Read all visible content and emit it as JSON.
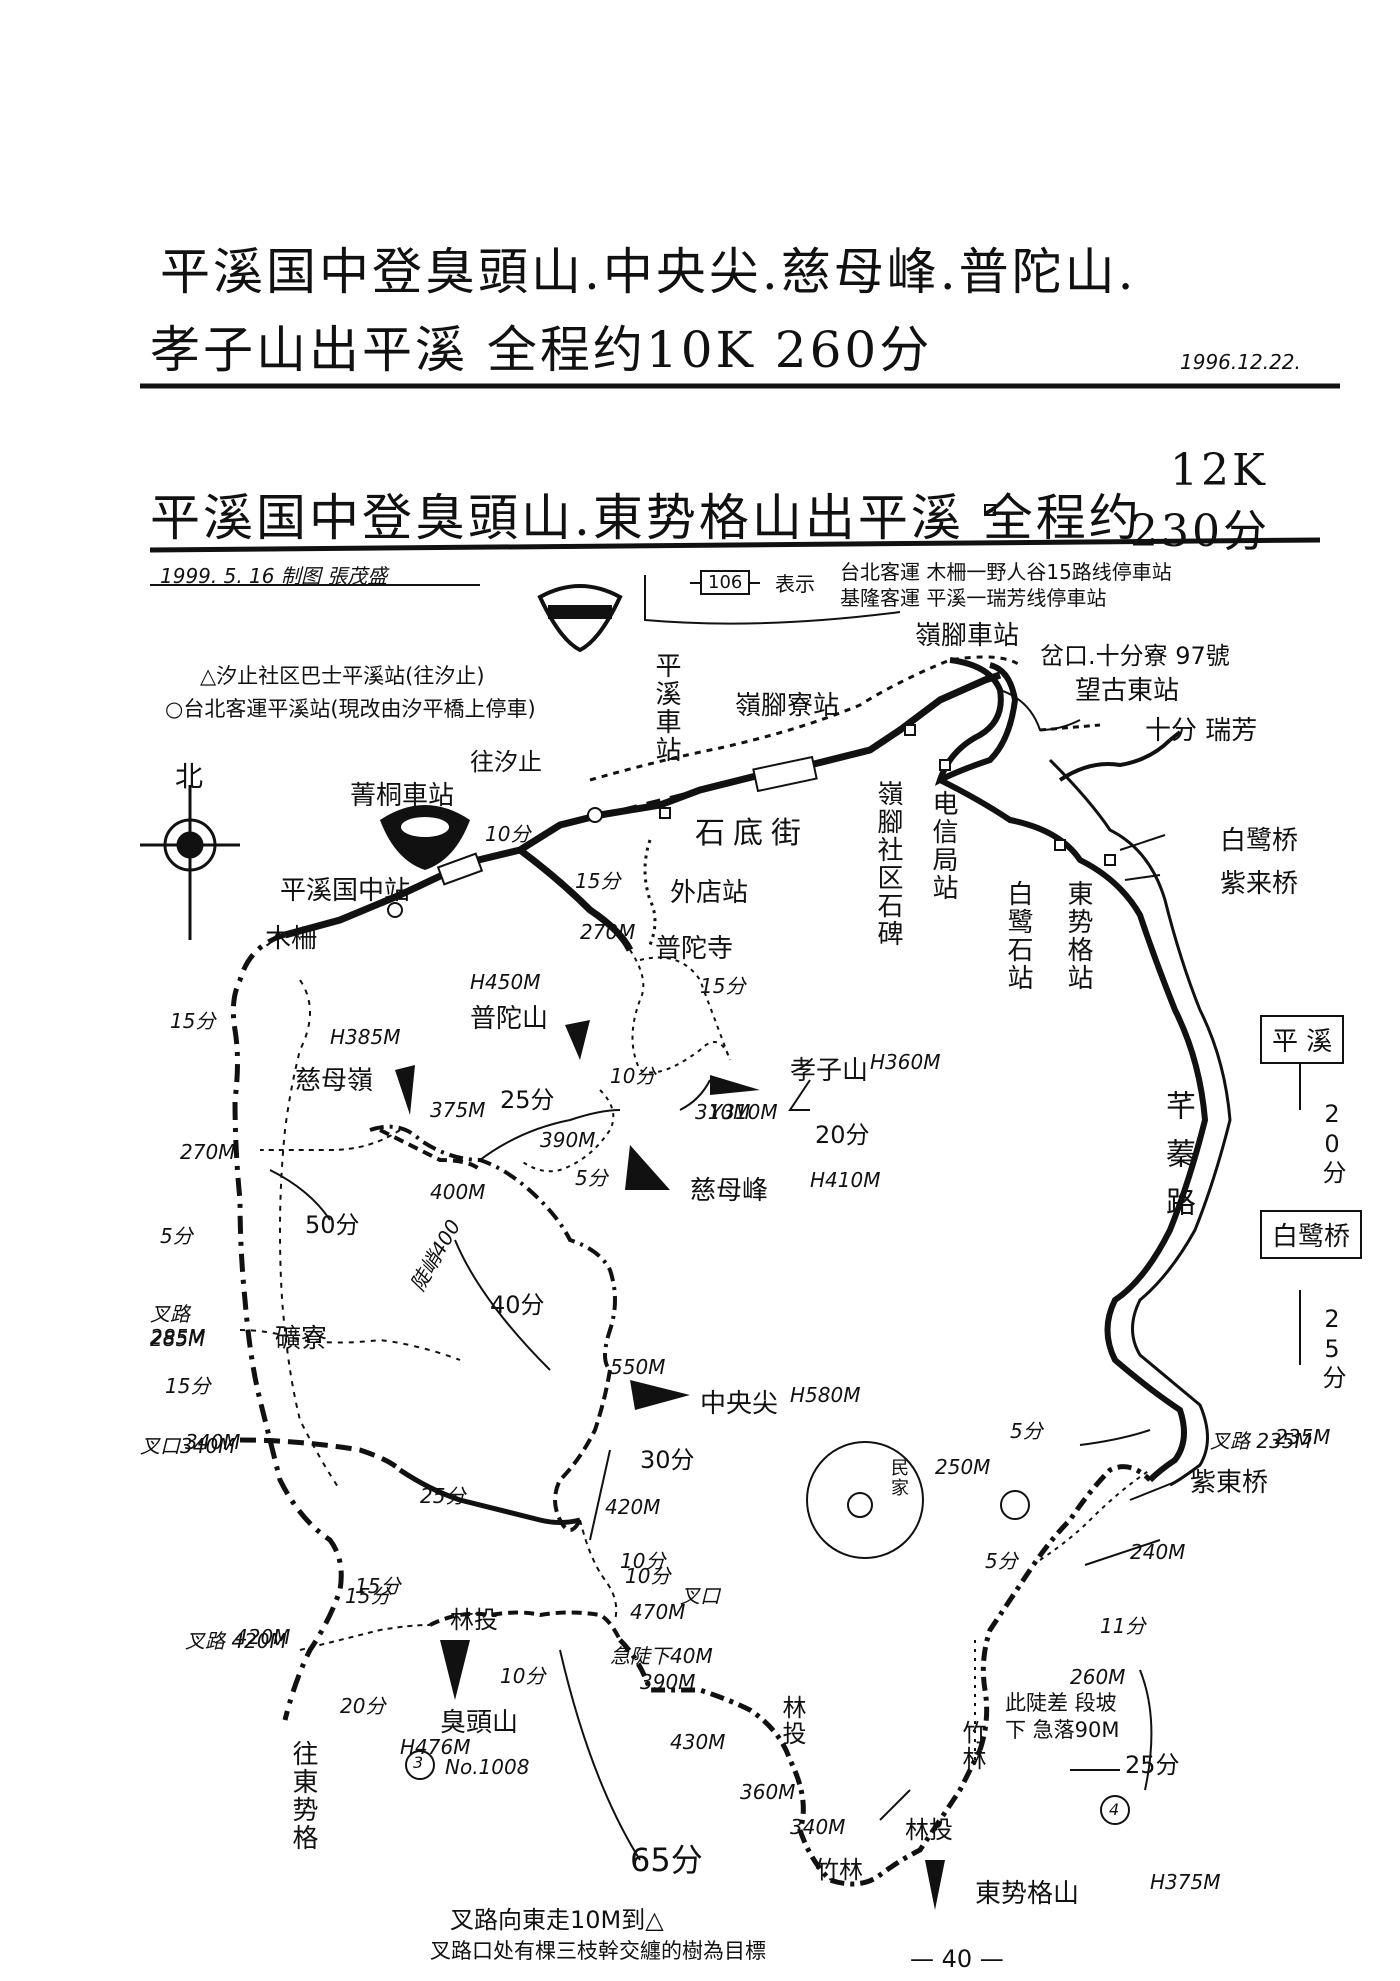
{
  "header": {
    "route1_line1": "平溪国中登臭頭山.中央尖.慈母峰.普陀山.",
    "route1_line2": "孝子山出平溪 全程约10K 260分",
    "route1_date": "1996.12.22.",
    "route2_line1": "平溪国中登臭頭山.東势格山出平溪 全程约",
    "route2_dist": "12K",
    "route2_time": "230分",
    "route2_sub": "1999. 5. 16 制图 張茂盛"
  },
  "legend": {
    "route_no": "106",
    "line1_prefix": "表示",
    "line1": "台北客運 木柵一野人谷15路线停車站",
    "line2": "基隆客運 平溪一瑞芳线停車站",
    "stop1": "△汐止社区巴士平溪站(往汐止)",
    "stop2": "○台北客運平溪站(現改由汐平橋上停車)"
  },
  "compass": {
    "north": "北"
  },
  "places": {
    "pingxi_station": "平溪車站",
    "jingtong_station": "菁桐車站",
    "lingjiao_liao": "嶺腳寮站",
    "lingjiao_station": "嶺腳車站",
    "shidi_street": "石底街",
    "waidian_station": "外店站",
    "lingjiao_community": "嶺腳社区石碑",
    "telecom_station": "电信局站",
    "bailu_stone": "白鹭石站",
    "dongshige_station": "東势格站",
    "bailu_bridge": "白鹭桥",
    "zilai_bridge": "紫来桥",
    "zilai_bridge2": "紫東桥",
    "fenliao_road": "芊蓁路",
    "pingxi_school": "平溪国中站",
    "mucha": "木柵",
    "wanggu_station": "望古東站",
    "shifen": "十分 瑞芳",
    "shifen_liao": "岔口.十分寮 97號",
    "to_xizhi": "往汐止",
    "to_dongshige": "往東势格",
    "putuo_temple": "普陀寺",
    "kuang_liao": "礦寮",
    "house": "民家"
  },
  "peaks": {
    "putuo": {
      "name": "普陀山",
      "height": "H450M"
    },
    "xiaozi": {
      "name": "孝子山",
      "height": "H360M"
    },
    "cimu_ling": {
      "name": "慈母嶺",
      "height": "H385M"
    },
    "cimu_feng": {
      "name": "慈母峰",
      "height": "H410M"
    },
    "zhongyang": {
      "name": "中央尖",
      "height": "H580M"
    },
    "choutou": {
      "name": "臭頭山",
      "height": "H476M",
      "no": "No.1008",
      "mark": "3"
    },
    "dongshige": {
      "name": "東势格山",
      "height": "H375M",
      "mark": "4"
    }
  },
  "elevations": [
    "270M",
    "270M",
    "285M",
    "340M",
    "420M",
    "375M",
    "390M",
    "400M",
    "310M",
    "550M",
    "420M",
    "470M",
    "390M",
    "430M",
    "360M",
    "340M",
    "250M",
    "240M",
    "260M",
    "235M"
  ],
  "times": [
    "10分",
    "15分",
    "15分",
    "15分",
    "5分",
    "15分",
    "15分",
    "25分",
    "50分",
    "5分",
    "40分",
    "30分",
    "10分",
    "10分",
    "20分",
    "65分",
    "15分",
    "20分",
    "5分",
    "5分",
    "11分",
    "25分",
    "25分",
    "10分",
    "10分"
  ],
  "annotations": {
    "steep_down": "急陡下40M",
    "steep_drop": "此陡差 段坡下 急落90M",
    "fork_east": "叉路向東走10M到△",
    "fork_tree": "叉路口处有棵三枝幹交纏的樹為目標",
    "linjian1": "林投",
    "linjian2": "林投",
    "linjian3": "林投",
    "bamboo": "竹林",
    "bamboo2": "竹林",
    "fork1": "叉路 285M",
    "fork2": "叉口340M",
    "fork3": "叉路 420M",
    "fork4": "叉路 235M",
    "fork5": "叉口",
    "steep_ridge": "陡峭400",
    "y_310": "Y310M"
  },
  "side_box": {
    "top": "平 溪",
    "t1": "20分",
    "mid": "白鹭桥",
    "t2": "25分"
  },
  "page_number": "— 40 —"
}
